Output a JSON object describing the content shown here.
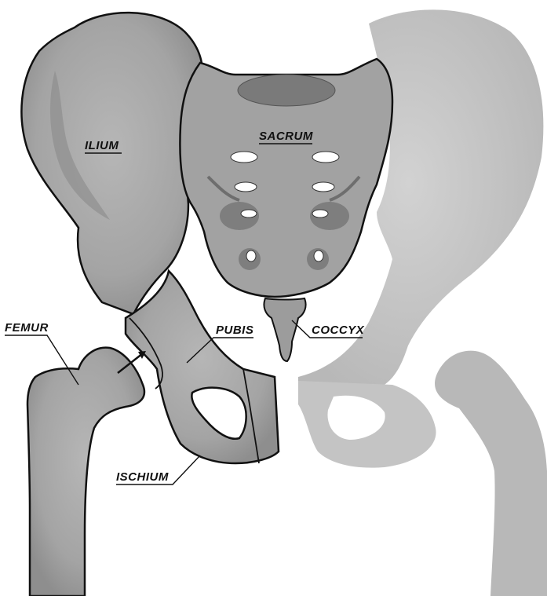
{
  "labels": {
    "ilium": "ILIUM",
    "sacrum": "SACRUM",
    "femur": "FEMUR",
    "pubis": "PUBIS",
    "coccyx": "COCCYX",
    "ischium": "ISCHIUM"
  },
  "colors": {
    "bone": "#a8a8a8",
    "bone_shadow": "#8c8c8c",
    "bone_dark": "#6e6e6e",
    "faded_bone": "#c9c9c9",
    "outline": "#111111",
    "background": "#ffffff"
  }
}
